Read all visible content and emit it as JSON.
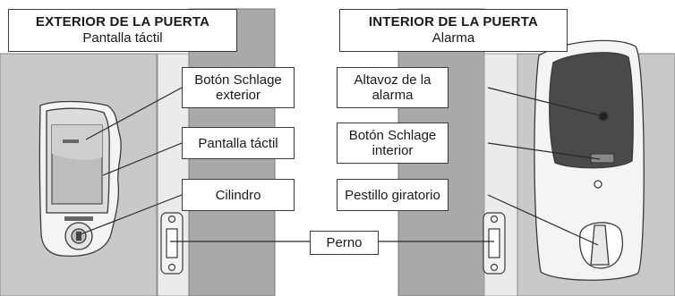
{
  "exterior": {
    "title": "EXTERIOR DE LA PUERTA",
    "subtitle": "Pantalla táctil",
    "labels": {
      "boton_exterior": "Botón Schlage exterior",
      "pantalla": "Pantalla táctil",
      "cilindro": "Cilindro"
    }
  },
  "interior": {
    "title": "INTERIOR DE LA PUERTA",
    "subtitle": "Alarma",
    "labels": {
      "altavoz": "Altavoz de la alarma",
      "boton_interior": "Botón Schlage interior",
      "pestillo": "Pestillo giratorio"
    }
  },
  "shared": {
    "perno": "Perno"
  },
  "colors": {
    "wall": "#c9c9c9",
    "door_edge": "#a9a9a9",
    "frame": "#e6e6e6",
    "outline": "#3a3a3a",
    "lock_dark": "#4a4a4a",
    "lock_light": "#f4f4f4"
  }
}
